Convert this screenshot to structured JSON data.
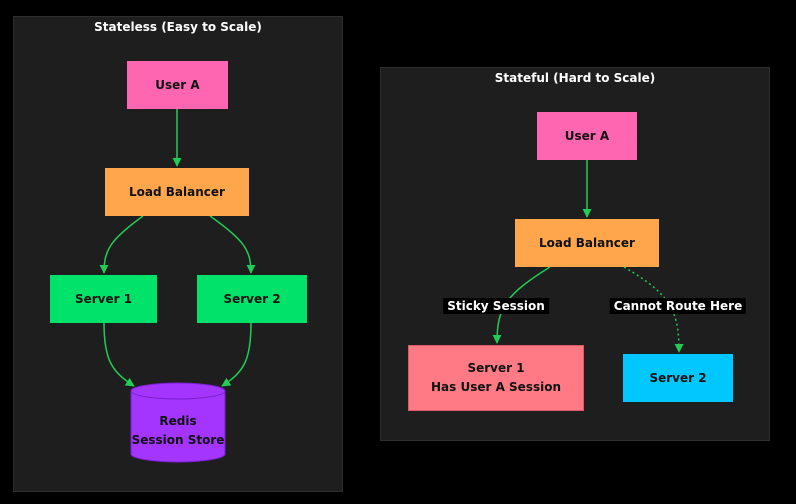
{
  "colors": {
    "background": "#000000",
    "cluster_fill": "#1e1e1e",
    "user": "#ff66b2",
    "load_balancer": "#ffa64d",
    "server_ok": "#00e36b",
    "redis": "#a335ff",
    "server_session": "#ff7a85",
    "server_unreachable": "#00c8ff",
    "edge": "#22cc55"
  },
  "stateless": {
    "title": "Stateless (Easy to Scale)",
    "user": "User A",
    "load_balancer": "Load Balancer",
    "server1": "Server 1",
    "server2": "Server 2",
    "store_line1": "Redis",
    "store_line2": "Session Store"
  },
  "stateful": {
    "title": "Stateful (Hard to Scale)",
    "user": "User A",
    "load_balancer": "Load Balancer",
    "server1_line1": "Server 1",
    "server1_line2": "Has User A Session",
    "server2": "Server 2",
    "edge_sticky": "Sticky Session",
    "edge_blocked": "Cannot Route Here"
  }
}
